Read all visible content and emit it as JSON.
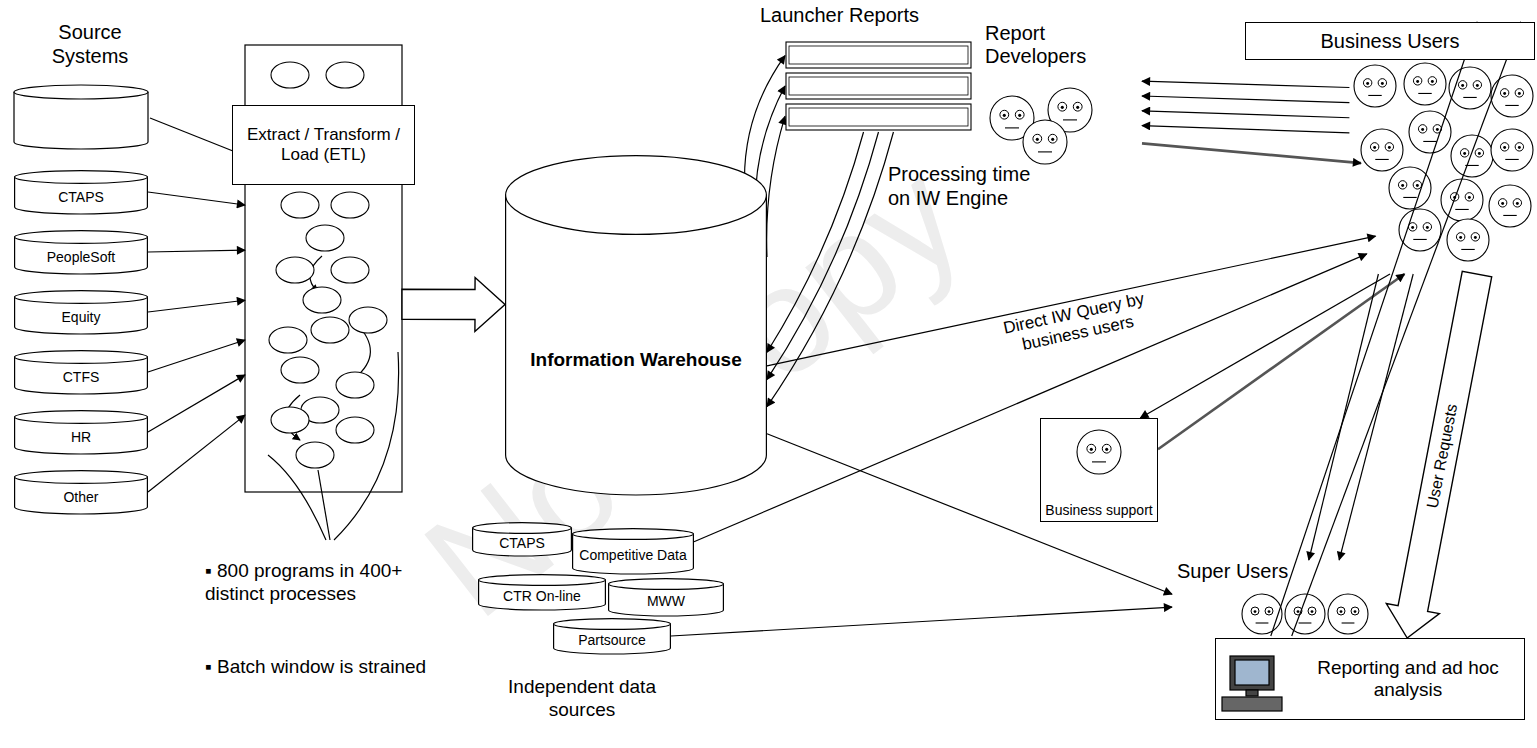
{
  "diagram": {
    "nodes": [
      {
        "text": [
          "CTAPS"
        ]
      },
      {
        "text": [
          "PeopleSoft"
        ]
      },
      {
        "text": [
          "Equity"
        ]
      },
      {
        "text": [
          "CTFS"
        ]
      },
      {
        "text": [
          "HR"
        ]
      },
      {
        "text": [
          "Other"
        ]
      },
      {
        "text": [
          "Extract / Transform / Load (ETL)"
        ]
      },
      {
        "text": [
          "Information Warehouse"
        ]
      },
      {
        "text": [
          "Launcher Reports"
        ]
      },
      {
        "text": [
          "Report Developers"
        ]
      },
      {
        "text": [
          "Business Users"
        ]
      },
      {
        "text": [
          "CTAPS"
        ]
      },
      {
        "text": [
          "Competitive Data"
        ]
      },
      {
        "text": [
          "CTR On-line"
        ]
      },
      {
        "text": [
          "MWW"
        ]
      },
      {
        "text": [
          "Partsource"
        ]
      },
      {
        "text": [
          "Business support"
        ]
      },
      {
        "text": [
          "Super Users"
        ]
      },
      {
        "text": [
          "Reporting and ad hoc analysis"
        ]
      }
    ],
    "edges": [
      {
        "from": 0,
        "to": 6,
        "arrow": "to"
      },
      {
        "from": 1,
        "to": 6,
        "arrow": "to"
      },
      {
        "from": 2,
        "to": 6,
        "arrow": "to"
      },
      {
        "from": 3,
        "to": 6,
        "arrow": "to"
      },
      {
        "from": 4,
        "to": 6,
        "arrow": "to"
      },
      {
        "from": 5,
        "to": 6,
        "arrow": "to"
      },
      {
        "from": 6,
        "to": 7,
        "arrow": "to"
      },
      {
        "from": 7,
        "to": 8,
        "arrow": "both"
      },
      {
        "from": 10,
        "to": 9,
        "arrow": "to"
      },
      {
        "from": 9,
        "to": 10,
        "arrow": "to"
      },
      {
        "from": 7,
        "to": 10,
        "label": "Direct IW Query by business users",
        "arrow": "to"
      },
      {
        "from": 7,
        "to": 17,
        "arrow": "to"
      },
      {
        "from": 12,
        "to": 10,
        "arrow": "to"
      },
      {
        "from": 15,
        "to": 17,
        "arrow": "to"
      },
      {
        "from": 10,
        "to": 16,
        "arrow": "to"
      },
      {
        "from": 16,
        "to": 10,
        "arrow": "to"
      },
      {
        "from": 10,
        "to": 17,
        "arrow": "both"
      },
      {
        "from": 10,
        "to": 18,
        "label": "User Requests",
        "arrow": "to"
      }
    ],
    "labels": [
      "Source Systems",
      "▪ 800 programs in 400+ distinct processes",
      "▪ Batch window is strained",
      "Processing time on IW Engine",
      "Independent data sources",
      "Not Copy"
    ]
  }
}
